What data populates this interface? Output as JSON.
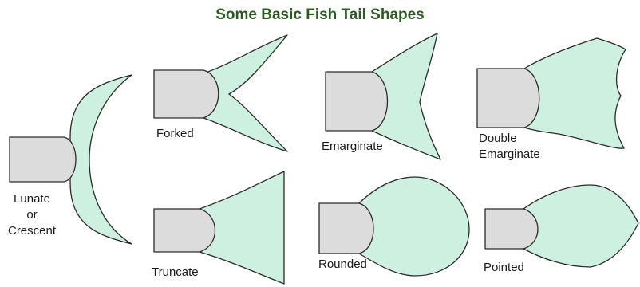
{
  "title": "Some Basic Fish Tail Shapes",
  "tails": {
    "lunate": {
      "line1": "Lunate",
      "line2": "or",
      "line3": "Crescent"
    },
    "forked": {
      "label": "Forked"
    },
    "emarginate": {
      "label": "Emarginate"
    },
    "double_emarginate": {
      "line1": "Double",
      "line2": "Emarginate"
    },
    "truncate": {
      "label": "Truncate"
    },
    "rounded": {
      "label": "Rounded"
    },
    "pointed": {
      "label": "Pointed"
    }
  },
  "colors": {
    "fin": "#cdf0e0",
    "peduncle": "#dcdcdc",
    "title": "#2c5a22"
  }
}
